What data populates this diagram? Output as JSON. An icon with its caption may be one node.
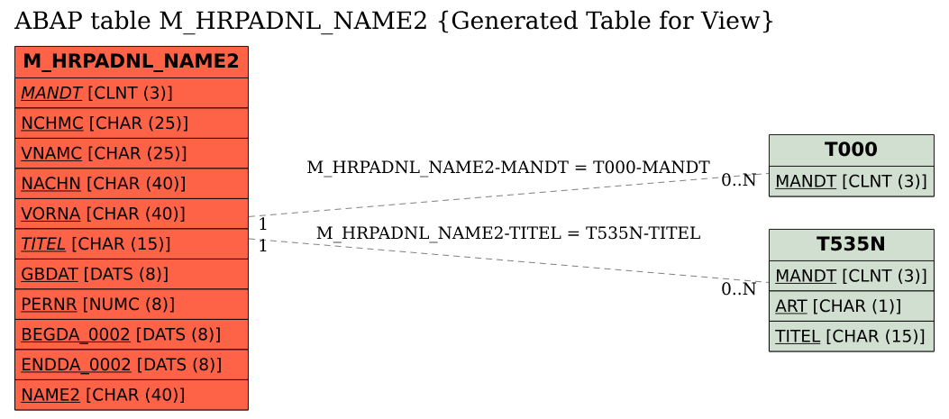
{
  "diagram": {
    "title": "ABAP table M_HRPADNL_NAME2 {Generated Table for View}",
    "nodes": [
      {
        "text": [
          "M_HRPADNL_NAME2"
        ]
      },
      {
        "text": [
          "MANDT",
          "[CLNT (3)]"
        ],
        "in": 0
      },
      {
        "text": [
          "NCHMC",
          "[CHAR (25)]"
        ],
        "in": 0
      },
      {
        "text": [
          "VNAMC",
          "[CHAR (25)]"
        ],
        "in": 0
      },
      {
        "text": [
          "NACHN",
          "[CHAR (40)]"
        ],
        "in": 0
      },
      {
        "text": [
          "VORNA",
          "[CHAR (40)]"
        ],
        "in": 0
      },
      {
        "text": [
          "TITEL",
          "[CHAR (15)]"
        ],
        "in": 0
      },
      {
        "text": [
          "GBDAT",
          "[DATS (8)]"
        ],
        "in": 0
      },
      {
        "text": [
          "PERNR",
          "[NUMC (8)]"
        ],
        "in": 0
      },
      {
        "text": [
          "BEGDA_0002",
          "[DATS (8)]"
        ],
        "in": 0
      },
      {
        "text": [
          "ENDDA_0002",
          "[DATS (8)]"
        ],
        "in": 0
      },
      {
        "text": [
          "NAME2",
          "[CHAR (40)]"
        ],
        "in": 0
      },
      {
        "text": [
          "T000"
        ]
      },
      {
        "text": [
          "MANDT",
          "[CLNT (3)]"
        ],
        "in": 12
      },
      {
        "text": [
          "T535N"
        ]
      },
      {
        "text": [
          "MANDT",
          "[CLNT (3)]"
        ],
        "in": 14
      },
      {
        "text": [
          "ART",
          "[CHAR (1)]"
        ],
        "in": 14
      },
      {
        "text": [
          "TITEL",
          "[CHAR (15)]"
        ],
        "in": 14
      }
    ],
    "edges": [
      {
        "from": 0,
        "to": 12,
        "arrow": "none",
        "label": "M_HRPADNL_NAME2-MANDT = T000-MANDT",
        "style": "dashed"
      },
      {
        "from": 0,
        "to": 14,
        "arrow": "none",
        "label": "M_HRPADNL_NAME2-TITEL = T535N-TITEL",
        "style": "dashed"
      }
    ],
    "labels": [
      "0..N",
      "1",
      "1",
      "0..N"
    ]
  }
}
